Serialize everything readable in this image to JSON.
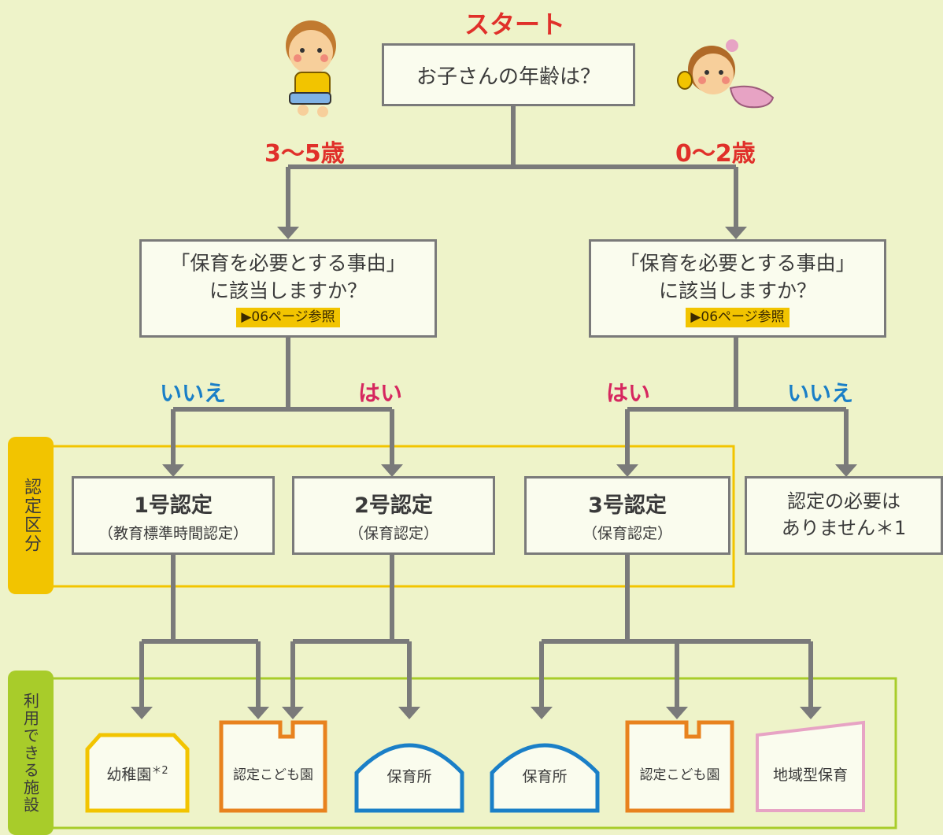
{
  "start": {
    "label": "スタート",
    "question": "お子さんの年齢は？"
  },
  "branches": {
    "left_age": "3～5歳",
    "right_age": "0～2歳"
  },
  "question_box": {
    "line1": "「保育を必要とする事由」",
    "line2": "に該当しますか？",
    "ref": "▶06ページ参照"
  },
  "answers": {
    "yes": "はい",
    "no": "いいえ"
  },
  "sections": {
    "certification": "認定区分",
    "facilities": "利用できる施設"
  },
  "certifications": [
    {
      "title": "1号認定",
      "sub": "（教育標準時間認定）"
    },
    {
      "title": "2号認定",
      "sub": "（保育認定）"
    },
    {
      "title": "3号認定",
      "sub": "（保育認定）"
    }
  ],
  "no_certification": {
    "line1": "認定の必要は",
    "line2": "ありません＊1"
  },
  "facilities": [
    {
      "name": "幼稚園",
      "note": "＊2",
      "color": "#f2c400"
    },
    {
      "name": "認定こども園",
      "color": "#e8821e"
    },
    {
      "name": "保育所",
      "color": "#1a7fc7"
    },
    {
      "name": "保育所",
      "color": "#1a7fc7"
    },
    {
      "name": "認定こども園",
      "color": "#e8821e"
    },
    {
      "name": "地域型保育",
      "color": "#e7a3c4"
    }
  ],
  "colors": {
    "line": "#7a7a7a",
    "highlight": "#f2c400",
    "facility_tab": "#a8cc2a"
  }
}
